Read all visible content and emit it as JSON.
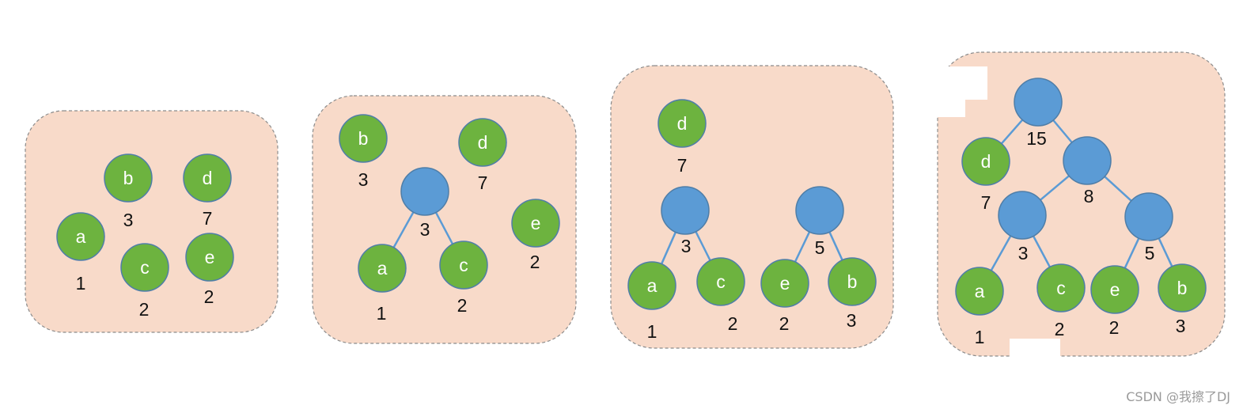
{
  "colors": {
    "panel_fill": "#f8dac9",
    "panel_border": "#8c8c8c",
    "leaf_fill": "#6db33f",
    "leaf_stroke": "#4f7ea8",
    "internal_fill": "#5b9bd5",
    "edge": "#5b9bd5",
    "text": "#111111"
  },
  "panels": [
    {
      "nodes": [
        {
          "id": "b",
          "label": "b",
          "weight": "3",
          "kind": "leaf"
        },
        {
          "id": "d",
          "label": "d",
          "weight": "7",
          "kind": "leaf"
        },
        {
          "id": "a",
          "label": "a",
          "weight": "1",
          "kind": "leaf"
        },
        {
          "id": "c",
          "label": "c",
          "weight": "2",
          "kind": "leaf"
        },
        {
          "id": "e",
          "label": "e",
          "weight": "2",
          "kind": "leaf"
        }
      ],
      "edges": []
    },
    {
      "nodes": [
        {
          "id": "b",
          "label": "b",
          "weight": "3",
          "kind": "leaf"
        },
        {
          "id": "d",
          "label": "d",
          "weight": "7",
          "kind": "leaf"
        },
        {
          "id": "ac",
          "label": "",
          "weight": "3",
          "kind": "internal"
        },
        {
          "id": "e",
          "label": "e",
          "weight": "2",
          "kind": "leaf"
        },
        {
          "id": "a",
          "label": "a",
          "weight": "1",
          "kind": "leaf"
        },
        {
          "id": "c",
          "label": "c",
          "weight": "2",
          "kind": "leaf"
        }
      ],
      "edges": [
        [
          "ac",
          "a"
        ],
        [
          "ac",
          "c"
        ]
      ]
    },
    {
      "nodes": [
        {
          "id": "d",
          "label": "d",
          "weight": "7",
          "kind": "leaf"
        },
        {
          "id": "ac",
          "label": "",
          "weight": "3",
          "kind": "internal"
        },
        {
          "id": "eb",
          "label": "",
          "weight": "5",
          "kind": "internal"
        },
        {
          "id": "a",
          "label": "a",
          "weight": "1",
          "kind": "leaf"
        },
        {
          "id": "c",
          "label": "c",
          "weight": "2",
          "kind": "leaf"
        },
        {
          "id": "e",
          "label": "e",
          "weight": "2",
          "kind": "leaf"
        },
        {
          "id": "b",
          "label": "b",
          "weight": "3",
          "kind": "leaf"
        }
      ],
      "edges": [
        [
          "ac",
          "a"
        ],
        [
          "ac",
          "c"
        ],
        [
          "eb",
          "e"
        ],
        [
          "eb",
          "b"
        ]
      ]
    },
    {
      "nodes": [
        {
          "id": "root",
          "label": "",
          "weight": "15",
          "kind": "internal"
        },
        {
          "id": "d",
          "label": "d",
          "weight": "7",
          "kind": "leaf"
        },
        {
          "id": "n8",
          "label": "",
          "weight": "8",
          "kind": "internal"
        },
        {
          "id": "ac",
          "label": "",
          "weight": "3",
          "kind": "internal"
        },
        {
          "id": "eb",
          "label": "",
          "weight": "5",
          "kind": "internal"
        },
        {
          "id": "a",
          "label": "a",
          "weight": "1",
          "kind": "leaf"
        },
        {
          "id": "c",
          "label": "c",
          "weight": "2",
          "kind": "leaf"
        },
        {
          "id": "e",
          "label": "e",
          "weight": "2",
          "kind": "leaf"
        },
        {
          "id": "b",
          "label": "b",
          "weight": "3",
          "kind": "leaf"
        }
      ],
      "edges": [
        [
          "root",
          "d"
        ],
        [
          "root",
          "n8"
        ],
        [
          "n8",
          "ac"
        ],
        [
          "n8",
          "eb"
        ],
        [
          "ac",
          "a"
        ],
        [
          "ac",
          "c"
        ],
        [
          "eb",
          "e"
        ],
        [
          "eb",
          "b"
        ]
      ]
    }
  ],
  "watermark": "CSDN @我擦了DJ"
}
